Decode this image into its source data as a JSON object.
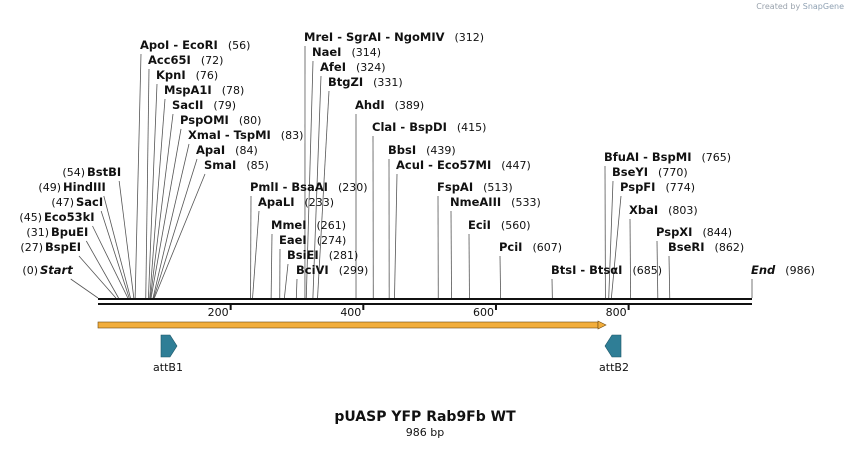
{
  "credit": {
    "prefix": "Created by",
    "brand": "SnapGene"
  },
  "title": "pUASP YFP Rab9Fb WT",
  "length_label": "986 bp",
  "sequence_length": 986,
  "ticks": [
    "200",
    "400",
    "600",
    "800"
  ],
  "tick_values": [
    200,
    400,
    600,
    800
  ],
  "colors": {
    "arrow": "#f2ad3b",
    "arrow_outline": "#6e4a12",
    "feature": "#2f7e96",
    "line": "#111111"
  },
  "sites": [
    {
      "text": "Start",
      "pos": "(0)",
      "bp": 0,
      "side": "left",
      "italic": true
    },
    {
      "text": "BspEI",
      "pos": "(27)",
      "bp": 27,
      "side": "left"
    },
    {
      "text": "BpuEI",
      "pos": "(31)",
      "bp": 31,
      "side": "left"
    },
    {
      "text": "Eco53kI",
      "pos": "(45)",
      "bp": 45,
      "side": "left"
    },
    {
      "text": "SacI",
      "pos": "(47)",
      "bp": 47,
      "side": "left"
    },
    {
      "text": "HindIII",
      "pos": "(49)",
      "bp": 49,
      "side": "left"
    },
    {
      "text": "BstBI",
      "pos": "(54)",
      "bp": 54,
      "side": "left"
    },
    {
      "text": "ApoI  - EcoRI",
      "pos": "(56)",
      "bp": 56,
      "side": "right"
    },
    {
      "text": "Acc65I",
      "pos": "(72)",
      "bp": 72,
      "side": "right"
    },
    {
      "text": "KpnI",
      "pos": "(76)",
      "bp": 76,
      "side": "right"
    },
    {
      "text": "MspA1I",
      "pos": "(78)",
      "bp": 78,
      "side": "right"
    },
    {
      "text": "SacII",
      "pos": "(79)",
      "bp": 79,
      "side": "right"
    },
    {
      "text": "PspOMI",
      "pos": "(80)",
      "bp": 80,
      "side": "right"
    },
    {
      "text": "XmaI  - TspMI",
      "pos": "(83)",
      "bp": 83,
      "side": "right"
    },
    {
      "text": "ApaI",
      "pos": "(84)",
      "bp": 84,
      "side": "right"
    },
    {
      "text": "SmaI",
      "pos": "(85)",
      "bp": 85,
      "side": "right"
    },
    {
      "text": "PmlI  - BsaAI",
      "pos": "(230)",
      "bp": 230,
      "side": "right"
    },
    {
      "text": "ApaLI",
      "pos": "(233)",
      "bp": 233,
      "side": "right"
    },
    {
      "text": "MmeI",
      "pos": "(261)",
      "bp": 261,
      "side": "right"
    },
    {
      "text": "EaeI",
      "pos": "(274)",
      "bp": 274,
      "side": "right"
    },
    {
      "text": "BsiEI",
      "pos": "(281)",
      "bp": 281,
      "side": "right"
    },
    {
      "text": "BciVI",
      "pos": "(299)",
      "bp": 299,
      "side": "right"
    },
    {
      "text": "MreI  - SgrAI  - NgoMIV",
      "pos": "(312)",
      "bp": 312,
      "side": "right"
    },
    {
      "text": "NaeI",
      "pos": "(314)",
      "bp": 314,
      "side": "right"
    },
    {
      "text": "AfeI",
      "pos": "(324)",
      "bp": 324,
      "side": "right"
    },
    {
      "text": "BtgZI",
      "pos": "(331)",
      "bp": 331,
      "side": "right"
    },
    {
      "text": "AhdI",
      "pos": "(389)",
      "bp": 389,
      "side": "right"
    },
    {
      "text": "ClaI  - BspDI",
      "pos": "(415)",
      "bp": 415,
      "side": "right"
    },
    {
      "text": "BbsI",
      "pos": "(439)",
      "bp": 439,
      "side": "right"
    },
    {
      "text": "AcuI  - Eco57MI",
      "pos": "(447)",
      "bp": 447,
      "side": "right"
    },
    {
      "text": "FspAI",
      "pos": "(513)",
      "bp": 513,
      "side": "right"
    },
    {
      "text": "NmeAIII",
      "pos": "(533)",
      "bp": 533,
      "side": "right"
    },
    {
      "text": "EciI",
      "pos": "(560)",
      "bp": 560,
      "side": "right"
    },
    {
      "text": "PciI",
      "pos": "(607)",
      "bp": 607,
      "side": "right"
    },
    {
      "text": "BtsI  - BtsαI",
      "pos": "(685)",
      "bp": 685,
      "side": "right"
    },
    {
      "text": "BfuAI  - BspMI",
      "pos": "(765)",
      "bp": 765,
      "side": "right"
    },
    {
      "text": "BseYI",
      "pos": "(770)",
      "bp": 770,
      "side": "right"
    },
    {
      "text": "PspFI",
      "pos": "(774)",
      "bp": 774,
      "side": "right"
    },
    {
      "text": "XbaI",
      "pos": "(803)",
      "bp": 803,
      "side": "right"
    },
    {
      "text": "PspXI",
      "pos": "(844)",
      "bp": 844,
      "side": "right"
    },
    {
      "text": "BseRI",
      "pos": "(862)",
      "bp": 862,
      "side": "right"
    },
    {
      "text": "End",
      "pos": "(986)",
      "bp": 986,
      "side": "right",
      "italic": true
    }
  ],
  "features": [
    {
      "label": "attB1",
      "direction": "right"
    },
    {
      "label": "attB2",
      "direction": "left"
    }
  ]
}
